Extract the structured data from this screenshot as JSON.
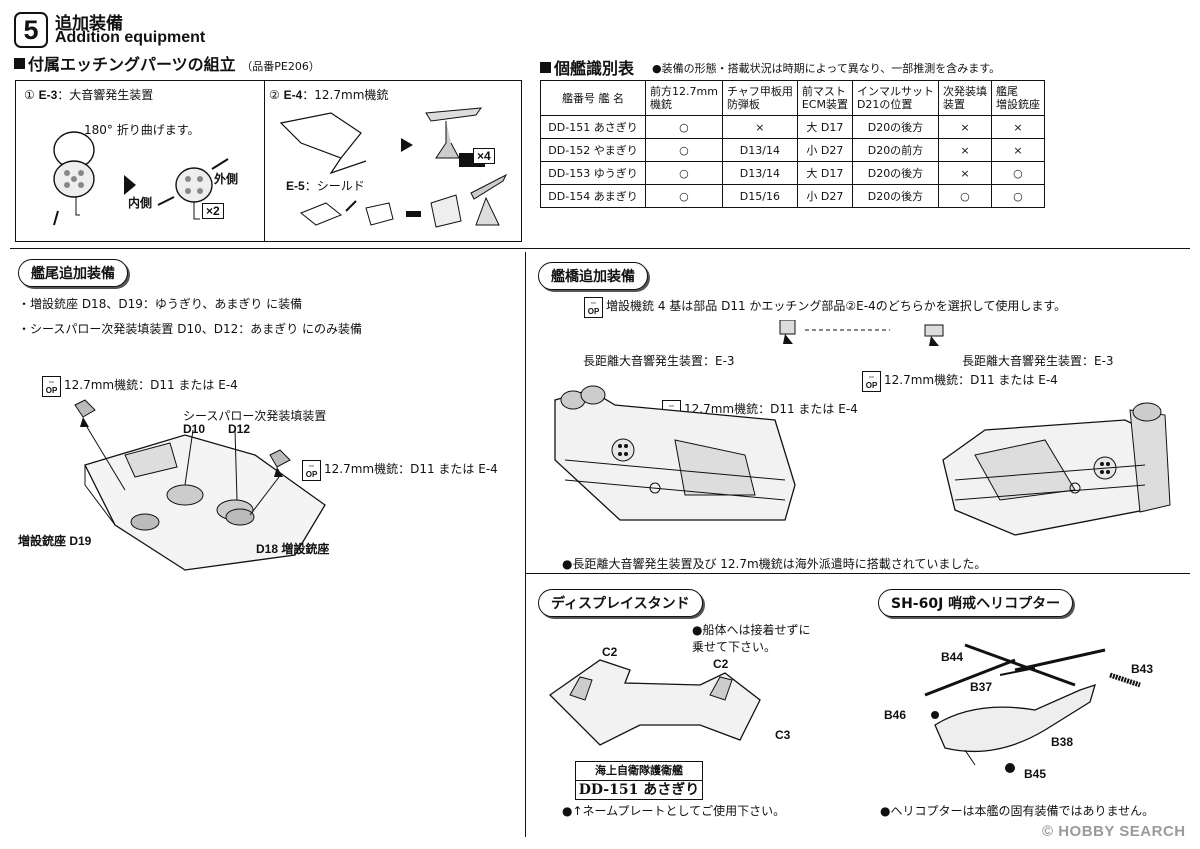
{
  "step": {
    "number": "5",
    "title_jp": "追加装備",
    "title_en": "Addition equipment"
  },
  "etching": {
    "title": "付属エッチングパーツの組立",
    "part_no": "（品番PE206）",
    "panel1": {
      "label_num": "①",
      "code": "E-3",
      "label": "：大音響発生装置",
      "fold": "180° 折り曲げます。",
      "outer": "外側",
      "inner": "内側",
      "qty": "×2"
    },
    "panel2": {
      "label_num": "②",
      "code": "E-4",
      "label": "：12.7mm機銃",
      "qty": "×4",
      "sub_code": "E-5",
      "sub_label": "：シールド"
    }
  },
  "identity": {
    "title": "個艦識別表",
    "note": "●装備の形態・搭載状況は時期によって異なり、一部推測を含みます。",
    "headers": [
      "艦番号 艦 名",
      "前方12.7mm\n機銃",
      "チャフ甲板用\n防弾板",
      "前マスト\nECM装置",
      "インマルサット\nD21の位置",
      "次発装填\n装置",
      "艦尾\n増設銃座"
    ],
    "rows": [
      [
        "DD-151 あさぎり",
        "○",
        "×",
        "大 D17",
        "D20の後方",
        "×",
        "×"
      ],
      [
        "DD-152 やまぎり",
        "○",
        "D13/14",
        "小 D27",
        "D20の前方",
        "×",
        "×"
      ],
      [
        "DD-153 ゆうぎり",
        "○",
        "D13/14",
        "大 D17",
        "D20の後方",
        "×",
        "○"
      ],
      [
        "DD-154 あまぎり",
        "○",
        "D15/16",
        "小 D27",
        "D20の後方",
        "○",
        "○"
      ]
    ]
  },
  "stern": {
    "title": "艦尾追加装備",
    "note1": "・増設銃座 D18、D19：ゆうぎり、あまぎり に装備",
    "note2": "・シースパロー次発装填装置 D10、D12：あまぎり にのみ装備",
    "gun1": "12.7mm機銃：D11 または E-4",
    "gun2": "12.7mm機銃：D11 または E-4",
    "reload": "シースパロー次発装填装置",
    "d10": "D10",
    "d12": "D12",
    "d19": "増設銃座 D19",
    "d18": "D18 増設銃座"
  },
  "bridge": {
    "title": "艦橋追加装備",
    "note": "増設機銃 4 基は部品 D11 かエッチング部品②E-4のどちらかを選択して使用します。",
    "lrad_left": "長距離大音響発生装置：E-3",
    "lrad_right": "長距離大音響発生装置：E-3",
    "gun_left": "12.7mm機銃：D11 または E-4",
    "gun_right": "12.7mm機銃：D11 または E-4",
    "footer": "●長距離大音響発生装置及び 12.7m機銃は海外派遣時に搭載されていました。"
  },
  "stand": {
    "title": "ディスプレイスタンド",
    "note": "●船体へは接着せずに\n乗せて下さい。",
    "c2a": "C2",
    "c2b": "C2",
    "c3": "C3",
    "plate_line1": "海上自衛隊護衛艦",
    "plate_line2": "DD-151 あさぎり",
    "footer": "●↑ネームプレートとしてご使用下さい。"
  },
  "heli": {
    "title": "SH-60J 哨戒ヘリコプター",
    "parts": [
      "B44",
      "B43",
      "B37",
      "B46",
      "B38",
      "B45"
    ],
    "footer": "●ヘリコプターは本艦の固有装備ではありません。"
  },
  "watermark": "© HOBBY SEARCH"
}
